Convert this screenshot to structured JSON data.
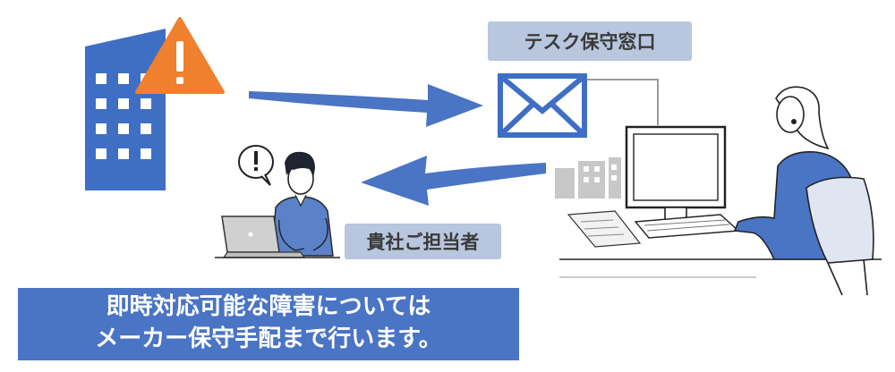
{
  "labels": {
    "helpdesk": "テスク保守窓口",
    "customer": "貴社ご担当者"
  },
  "caption": {
    "line1": "即時対応可能な障害については",
    "line2": "メーカー保守手配まで行います。"
  },
  "icons": {
    "building": "building-icon",
    "warning": "warning-icon",
    "mail": "mail-icon",
    "alert_bubble": "exclamation-bubble-icon"
  },
  "colors": {
    "primary_blue": "#3f6fc4",
    "arrow_blue": "#4a74c4",
    "warning_orange": "#f07f2e",
    "label_bg": "#b8c6de",
    "skyline_gray": "#c8c8c8"
  }
}
